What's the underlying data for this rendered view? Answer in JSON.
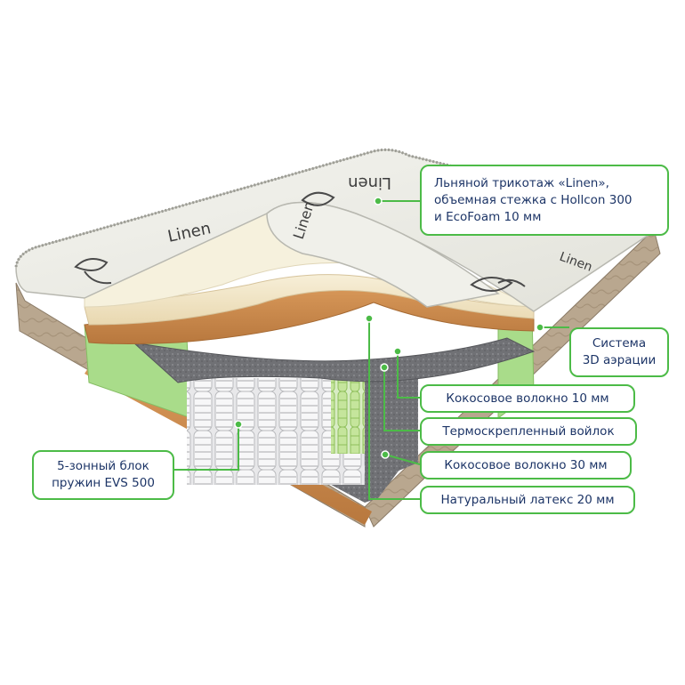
{
  "colors": {
    "accent_green": "#4cbb47",
    "label_text": "#1d3567",
    "linen_cover": "#eeeee6",
    "latex": "#f0e4c4",
    "coconut": "#c98a4c",
    "felt": "#6e6f73",
    "foam_green": "#a9dc8a",
    "side_fabric": "#b7a58e"
  },
  "cover": {
    "brand_text_1": "Linen",
    "brand_text_2": "Linen",
    "brand_text_3": "Linen",
    "brand_text_4": "Linen"
  },
  "callouts": {
    "cover": [
      "Льняной трикотаж «Linen»,",
      "объемная стежка с Hollcon 300",
      "и EcoFoam 10 мм"
    ],
    "aeration": [
      "Система",
      "3D аэрации"
    ],
    "coconut_10": "Кокосовое волокно 10 мм",
    "felt": "Термоскрепленный войлок",
    "coconut_30": "Кокосовое волокно 30 мм",
    "latex": "Натуральный латекс 20 мм",
    "springs": [
      "5-зонный блок",
      "пружин EVS 500"
    ]
  }
}
